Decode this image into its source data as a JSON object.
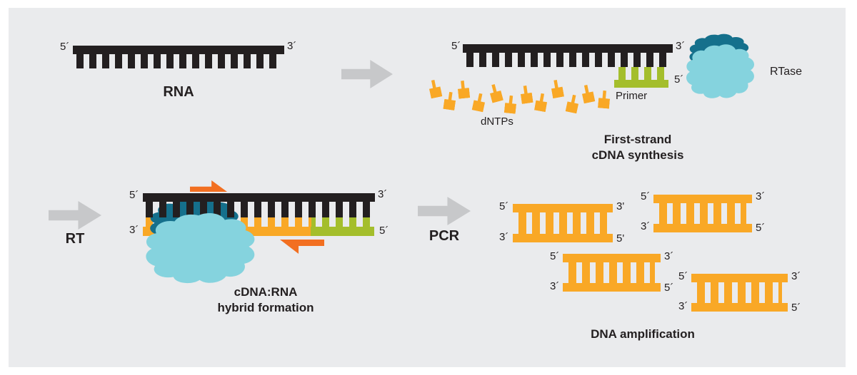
{
  "colors": {
    "background_panel": "#EAEBED",
    "strand_black": "#231F20",
    "strand_yellow": "#F9A826",
    "strand_green": "#A4BE2C",
    "arrow_orange": "#F26F21",
    "arrow_gray": "#C7C8CA",
    "enzyme_dark_teal": "#15708C",
    "enzyme_light_cyan": "#85D3DE"
  },
  "rna": {
    "five_prime": "5´",
    "three_prime": "3´",
    "label": "RNA"
  },
  "first_strand": {
    "five_prime": "5´",
    "three_prime": "3´",
    "primer_five_prime": "5´",
    "primer_label": "Primer",
    "dntps_label": "dNTPs",
    "rtase_label": "RTase",
    "caption_line1": "First-strand",
    "caption_line2": "cDNA synthesis"
  },
  "rt": {
    "label": "RT"
  },
  "hybrid": {
    "top_five_prime": "5´",
    "top_three_prime": "3´",
    "bottom_three_prime": "3´",
    "bottom_five_prime": "5´",
    "caption_line1": "cDNA:RNA",
    "caption_line2": "hybrid formation"
  },
  "pcr": {
    "label": "PCR"
  },
  "amplification": {
    "caption": "DNA amplification",
    "ladders": [
      {
        "top_left": "5´",
        "top_right": "3'",
        "bottom_left": "3´",
        "bottom_right": "5'"
      },
      {
        "top_left": "5´",
        "top_right": "3´",
        "bottom_left": "3´",
        "bottom_right": "5´"
      },
      {
        "top_left": "5´",
        "top_right": "3´",
        "bottom_left": "3´",
        "bottom_right": "5´"
      },
      {
        "top_left": "5´",
        "top_right": "3´",
        "bottom_left": "3´",
        "bottom_right": "5´"
      }
    ]
  }
}
